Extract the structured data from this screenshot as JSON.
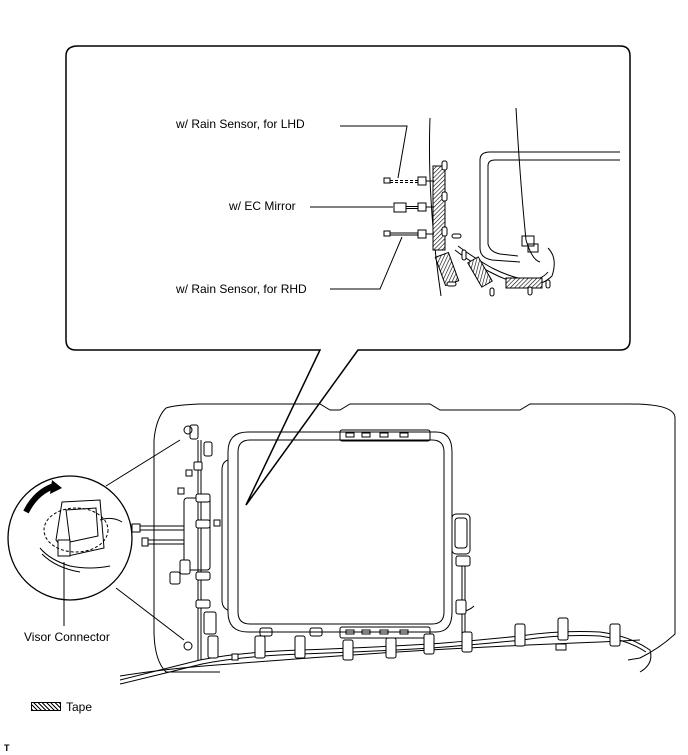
{
  "callouts": {
    "rain_sensor_lhd": "w/ Rain Sensor, for LHD",
    "ec_mirror": "w/ EC Mirror",
    "rain_sensor_rhd": "w/ Rain Sensor, for RHD",
    "visor_connector": "Visor Connector"
  },
  "legend": {
    "tape_label": "Tape",
    "tape_icon": "hatched-tape-icon"
  },
  "ref_code": "T",
  "colors": {
    "line": "#000000",
    "background": "#ffffff"
  }
}
